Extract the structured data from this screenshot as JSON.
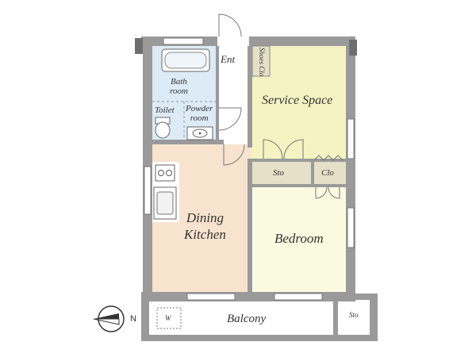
{
  "labels": {
    "entrance": "Ent",
    "shoes_closet": "Shoes Clo",
    "bath_room": "Bath\nroom",
    "toilet": "Toilet",
    "powder_room": "Powder\nroom",
    "service_space": "Service Space",
    "storage_upper": "Sto",
    "closet": "Clo",
    "dining_kitchen": "Dining\nKitchen",
    "bedroom": "Bedroom",
    "balcony": "Balcony",
    "washer": "W",
    "storage_balcony": "Sto",
    "compass": "N"
  },
  "colors": {
    "wall": "#9a9a9a",
    "wall_dark": "#6e6e6e",
    "wet_area": "#dcebf5",
    "service_space": "#f5f3c2",
    "bedroom": "#fafae0",
    "dining_kitchen": "#f8e3cf",
    "storage": "#e6e0c8",
    "balcony": "#ffffff"
  },
  "icons": [
    "bathtub-icon",
    "toilet-icon",
    "sink-icon",
    "stove-icon",
    "kitchen-sink-icon",
    "compass-icon",
    "door-swing-icon",
    "washer-icon"
  ]
}
